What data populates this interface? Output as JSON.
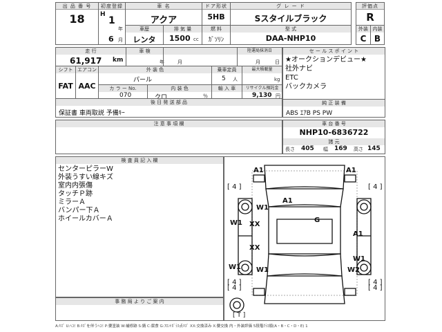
{
  "header": {
    "lot_label": "出 品 番 号",
    "lot": "18",
    "reg_label": "初度登録",
    "reg_era": "H",
    "reg_year": "1",
    "reg_year_unit": "年",
    "reg_month": "6",
    "reg_month_unit": "月",
    "name_label": "車 名",
    "car_name": "アクア",
    "vehicle_type_label": "車歴",
    "vehicle_type": "レンタ",
    "door_label": "ドア形状",
    "door": "5HB",
    "cc_label": "排 気 量",
    "cc": "1500",
    "cc_unit": "cc",
    "fuel_label": "燃 料",
    "fuel": "ｶﾞｿﾘﾝ",
    "grade_label": "グ レ ー ド",
    "grade": "Sスタイルブラック",
    "model_label": "型 式",
    "model": "DAA-NHP10",
    "score_label": "評価点",
    "score": "R",
    "ext_label": "外装",
    "ext": "C",
    "int_label": "内装",
    "int": "B"
  },
  "row2": {
    "mileage_label": "走 行",
    "mileage": "61,917",
    "mileage_unit": "km",
    "inspect_label": "車 検",
    "inspect_year": "年",
    "inspect_month": "月",
    "transfer_label": "陸運局抹消日",
    "transfer_month": "月",
    "transfer_day": "日",
    "shift_label": "シフト",
    "shift": "FAT",
    "ac_label": "エアコン",
    "ac": "AAC",
    "color_label": "外 装 色",
    "color": "パール",
    "capacity_label": "乗車定員",
    "capacity": "5",
    "capacity_unit": "人",
    "load_label": "最大積載量",
    "load_unit": "kg",
    "colorno_label": "カ ラ ー No.",
    "colorno": "070",
    "intcolor_label": "内 装 色",
    "intcolor": "クロ",
    "import_label": "輸 入 車",
    "tax_label": "リサイクル預託金",
    "tax": "9,130",
    "tax_unit": "円",
    "pct_unit": "％",
    "later_label": "後 日 発 送 部 品",
    "later": "保証書 車両取説 予備ｷｰ"
  },
  "sales": {
    "label": "セ ー ル ス ポ イ ン ト",
    "items": [
      "★オークションデビュー★",
      "社外ナビ",
      "ETC",
      "バックカメラ"
    ]
  },
  "equip": {
    "label": "純 正 装 備",
    "value": "ABS ｴｱB PS PW"
  },
  "notes_label": "注 意 事 項 欄",
  "chassis": {
    "label": "車 台 番 号",
    "value": "NHP10-6836722",
    "dims_label": "諸 元",
    "len_label": "長さ",
    "len": "405",
    "wid_label": "幅",
    "wid": "169",
    "hei_label": "高さ",
    "hei": "145"
  },
  "inspector": {
    "label": "検 査 員 記 入 欄",
    "items": [
      "センターピラーW",
      "外装うすい線キズ",
      "室内内張傷",
      "タッチＰ跡",
      "ミラーＡ",
      "バンパー下Ａ",
      "ホイールカバーＡ"
    ]
  },
  "office_label": "事 務 局 よ り ご 案 内",
  "diagram": {
    "marks": [
      "A1",
      "A1",
      "A1",
      "G",
      "W1",
      "W1",
      "XX",
      "XX",
      "A1",
      "W1",
      "W1",
      "W2",
      "W1"
    ],
    "brackets": [
      "[ 4 ]",
      "[ 4 ]",
      "[ 4 ]",
      "[ 4 ]",
      "[ 4 ]",
      "[ 4 ]",
      "[ T ]"
    ]
  },
  "legend": "A:ｷｽﾞ U:ﾍｺﾐ B:ｷｽﾞを伴うﾍｺﾐ P:要塗装 W:補修跡 S:錆 C:腐食 G:ﾌﾛﾝﾄｶﾞﾗｽ点ｷｽﾞ XX:交換済み X:要交換 内・外装評価 5段階ｸﾗｽ順(A・B・C・D・E) 1"
}
